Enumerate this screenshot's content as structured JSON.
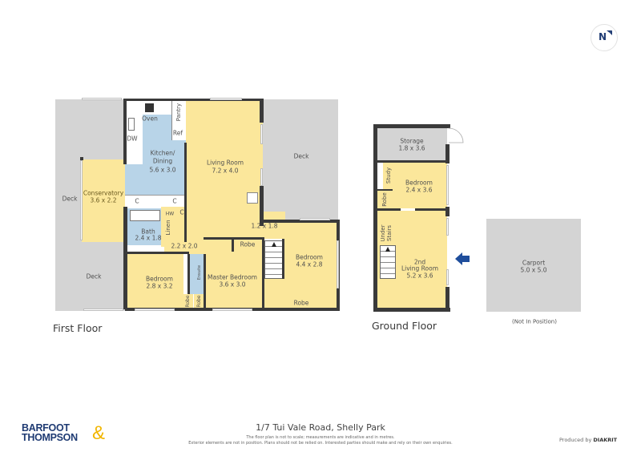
{
  "compass": {
    "label": "N",
    "icon": "north-arrow-icon"
  },
  "first_floor": {
    "title": "First Floor",
    "rooms": {
      "kitchen": {
        "name": "Kitchen/",
        "name2": "Dining",
        "size": "5.6 x 3.0"
      },
      "oven": "Oven",
      "pantry": "Pantry",
      "ref": "Ref",
      "dw": "DW",
      "c1": "C",
      "c2": "C",
      "c3": "C",
      "living": {
        "name": "Living Room",
        "size": "7.2 x 4.0"
      },
      "conservatory": {
        "name": "Conservatory",
        "size": "3.6 x 2.2"
      },
      "bath": {
        "name": "Bath",
        "size": "2.4 x 1.8"
      },
      "hw": "HW",
      "linen": "Linen",
      "hall": {
        "size": "2.2 x 2.0"
      },
      "landing": {
        "size": "1.2 x 1.8"
      },
      "robe_master": "Robe",
      "bedroom_right": {
        "name": "Bedroom",
        "size": "4.4 x 2.8"
      },
      "robe_right": "Robe",
      "bedroom_left": {
        "name": "Bedroom",
        "size": "2.8 x 3.2"
      },
      "master": {
        "name": "Master Bedroom",
        "size": "3.6 x 3.0"
      },
      "ensuite": "Ensuite",
      "robe_a": "Robe",
      "robe_b": "Robe",
      "deck_left_top": "Deck",
      "deck_left_bottom": "Deck",
      "deck_right": "Deck"
    }
  },
  "ground_floor": {
    "title": "Ground Floor",
    "rooms": {
      "storage": {
        "name": "Storage",
        "size": "1.8 x 3.6"
      },
      "study": "Study",
      "bedroom": {
        "name": "Bedroom",
        "size": "2.4 x 3.6"
      },
      "robe": "Robe",
      "under_stairs": {
        "line1": "Under",
        "line2": "Stairs"
      },
      "living2": {
        "line1": "2nd",
        "line2": "Living Room",
        "size": "5.2 x 3.6"
      }
    },
    "entry_arrow": {
      "icon": "entry-arrow-icon",
      "color": "#1f4e9c"
    }
  },
  "carport": {
    "name": "Carport",
    "size": "5.0 x 5.0",
    "note": "(Not In Position)"
  },
  "footer": {
    "logo_line1": "BARFOOT",
    "logo_line2": "THOMPSON",
    "logo_amp": "&",
    "address": "1/7 Tui Vale Road, Shelly Park",
    "disclaimer1": "The floor plan is not to scale; measurements are indicative and in metres.",
    "disclaimer2": "Exterior elements are not in position. Plans should not be relied on. Interested parties should make and rely on their own enquiries.",
    "produced_by": "Produced by",
    "producer": "DIAKRIT"
  },
  "colors": {
    "room_yellow": "#fbe79b",
    "wet_blue": "#b8d4e8",
    "deck_grey": "#d4d4d4",
    "wall": "#3a3a3a",
    "brand_navy": "#1f3b73",
    "brand_gold": "#f2b600"
  }
}
